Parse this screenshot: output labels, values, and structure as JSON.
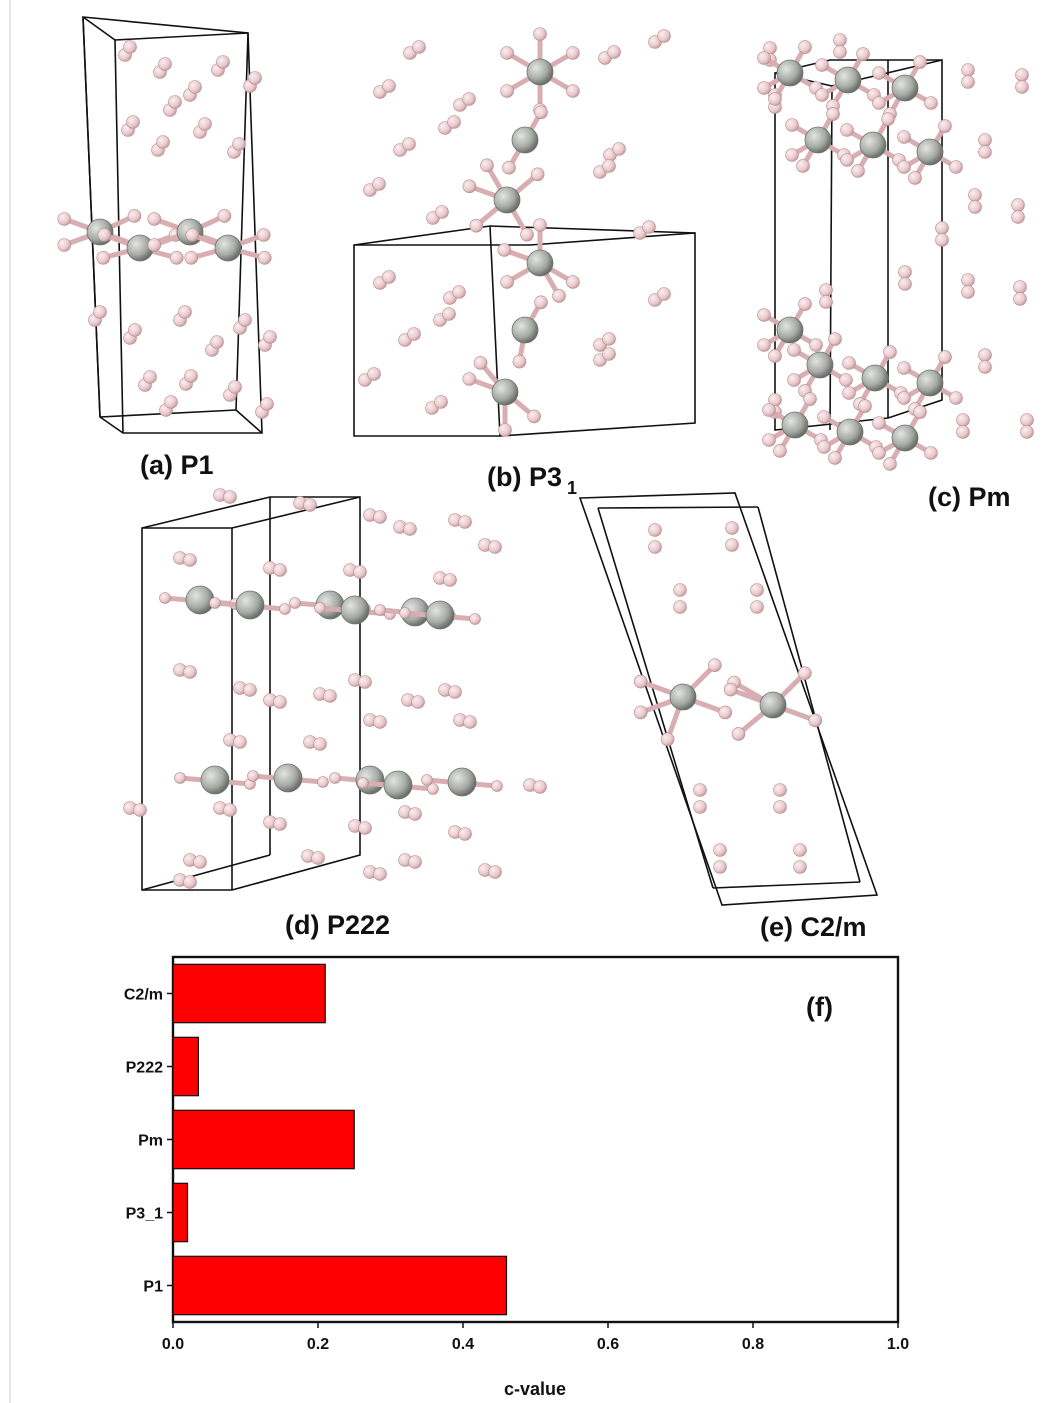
{
  "panels": {
    "a": {
      "label": "(a) P1"
    },
    "b": {
      "label": "(b) P3",
      "subscript": "1"
    },
    "c": {
      "label": "(c) Pm"
    },
    "d": {
      "label": "(d) P222"
    },
    "e": {
      "label": "(e) C2/m"
    }
  },
  "colors": {
    "hydrogen": "#e9c9cc",
    "metal": "#a7aba6",
    "bar_fill": "#ff0000",
    "cell_line": "#111111"
  },
  "chart_data": {
    "type": "bar",
    "orientation": "horizontal",
    "panel_label": "(f)",
    "categories": [
      "C2/m",
      "P222",
      "Pm",
      "P3_1",
      "P1"
    ],
    "values": [
      0.21,
      0.035,
      0.25,
      0.02,
      0.46
    ],
    "xlabel": "c-value",
    "xlim": [
      0.0,
      1.0
    ],
    "xticks": [
      "0.0",
      "0.2",
      "0.4",
      "0.6",
      "0.8",
      "1.0"
    ],
    "grid": false
  }
}
